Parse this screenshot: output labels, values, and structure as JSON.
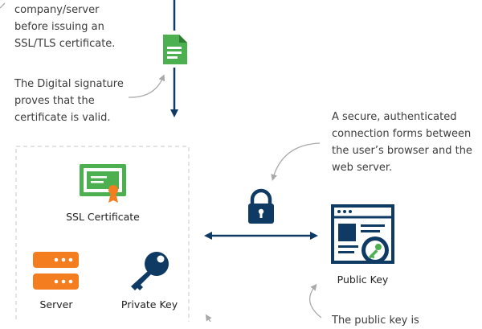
{
  "notes": {
    "verify_lines": [
      "company/server",
      "before issuing an",
      "SSL/TLS certificate."
    ],
    "signature_lines": [
      "The Digital signature",
      "proves that the",
      "certificate is valid."
    ],
    "secure_lines": [
      "A secure, authenticated",
      "connection forms between",
      "the user’s browser and the",
      "web server."
    ],
    "public_key_lines": [
      "The public key is"
    ]
  },
  "labels": {
    "ssl_certificate": "SSL Certificate",
    "server": "Server",
    "private_key": "Private Key",
    "public_key": "Public Key"
  },
  "icons": {
    "document": "document-icon",
    "certificate": "certificate-icon",
    "server": "server-icon",
    "key": "key-icon",
    "lock": "padlock-icon",
    "browser": "browser-window-icon"
  },
  "colors": {
    "navy": "#0e3a63",
    "green": "#4caf50",
    "orange": "#f47d20",
    "text": "#3c3c3c",
    "dashed": "#d2d2d2",
    "curve": "#a9a9a9"
  }
}
